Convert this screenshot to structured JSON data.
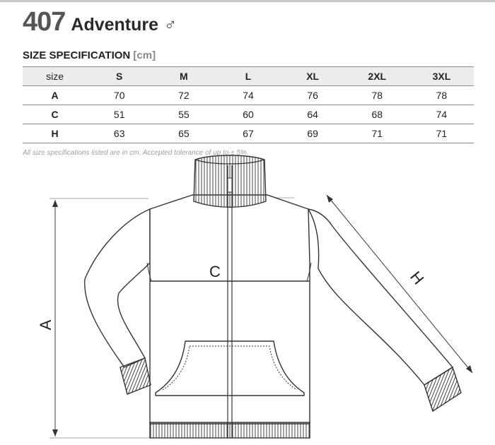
{
  "product": {
    "code": "407",
    "name": "Adventure",
    "gender_symbol": "♂"
  },
  "spec": {
    "title": "SIZE SPECIFICATION",
    "unit": "[cm]"
  },
  "table": {
    "header": [
      "size",
      "S",
      "M",
      "L",
      "XL",
      "2XL",
      "3XL"
    ],
    "rows": [
      [
        "A",
        "70",
        "72",
        "74",
        "76",
        "78",
        "78"
      ],
      [
        "C",
        "51",
        "55",
        "60",
        "64",
        "68",
        "74"
      ],
      [
        "H",
        "63",
        "65",
        "67",
        "69",
        "71",
        "71"
      ]
    ]
  },
  "note": "All size specifications listed are in cm. Accepted tolerance of up to ± 5%.",
  "diagram": {
    "label_a": "A",
    "label_c": "C",
    "label_h": "H"
  }
}
